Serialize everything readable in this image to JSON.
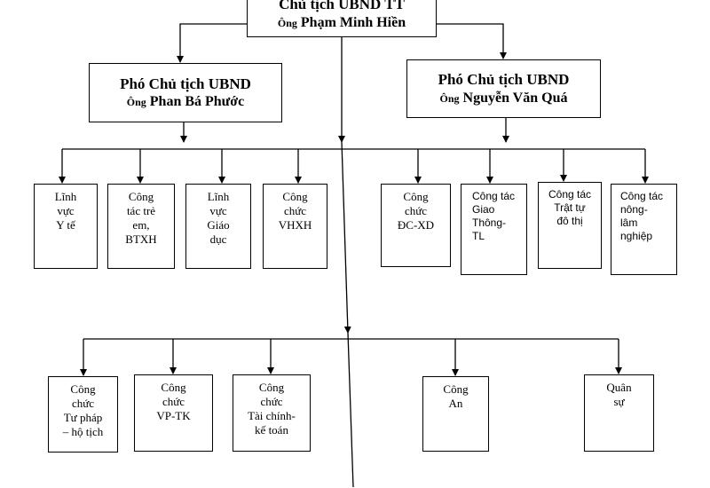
{
  "chairman": {
    "title": "Chủ tịch UBND TT",
    "prefix": "Ông",
    "name": "Phạm Minh Hiền"
  },
  "vice_left": {
    "title": "Phó Chủ tịch UBND",
    "prefix": "Ông",
    "name": "Phan Bá Phước"
  },
  "vice_right": {
    "title": "Phó Chủ tịch UBND",
    "prefix": "Ông",
    "name": "Nguyễn Văn Quá"
  },
  "row1": [
    {
      "lines": [
        "Lĩnh",
        "vực",
        "Y tế"
      ]
    },
    {
      "lines": [
        "Công",
        "tác trẻ",
        "em,",
        "BTXH"
      ]
    },
    {
      "lines": [
        "Lĩnh",
        "vực",
        "Giáo",
        "dục"
      ]
    },
    {
      "lines": [
        "Công",
        "chức",
        "VHXH"
      ]
    },
    {
      "lines": [
        "Công",
        "chức",
        "ĐC-XD"
      ]
    },
    {
      "lines": [
        "Công tác",
        "Giao",
        "Thông-",
        "TL"
      ]
    },
    {
      "lines": [
        "Công tác",
        "Trật tự",
        "đô thị"
      ]
    },
    {
      "lines": [
        "Công tác",
        "nông-",
        "lâm",
        "nghiệp"
      ]
    }
  ],
  "row2": [
    {
      "lines": [
        "Công",
        "chức",
        "Tư pháp",
        "– hộ tịch"
      ]
    },
    {
      "lines": [
        "Công",
        "chức",
        "VP-TK"
      ]
    },
    {
      "lines": [
        "Công",
        "chức",
        "Tài chính-",
        "kế toán"
      ]
    },
    {
      "lines": [
        "Công",
        "An"
      ]
    },
    {
      "lines": [
        "Quân",
        "sự"
      ]
    }
  ]
}
